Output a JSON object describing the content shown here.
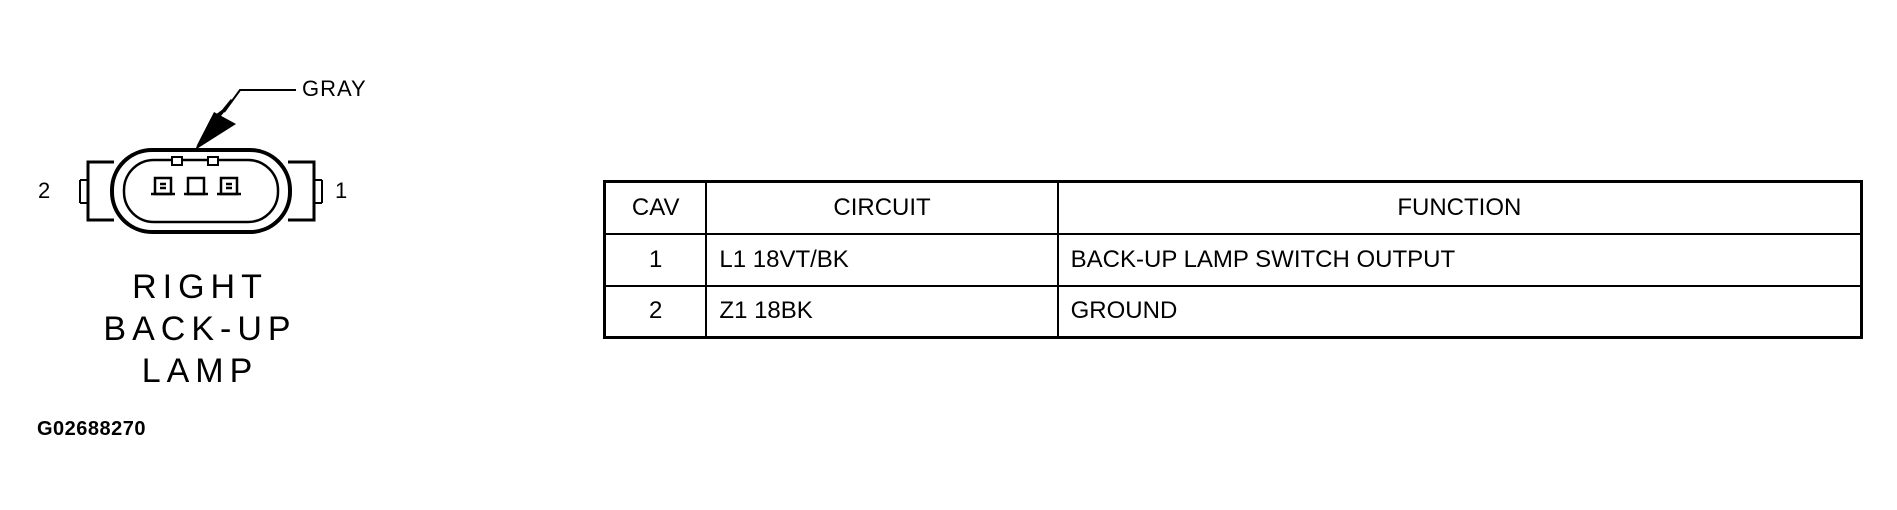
{
  "connector": {
    "color_label": "GRAY",
    "pin_left": "2",
    "pin_right": "1",
    "name_lines": [
      "RIGHT",
      "BACK-UP",
      "LAMP"
    ]
  },
  "figure_id": "G02688270",
  "pinout_table": {
    "headers": {
      "cav": "CAV",
      "circuit": "CIRCUIT",
      "function": "FUNCTION"
    },
    "rows": [
      {
        "cav": "1",
        "circuit": "L1 18VT/BK",
        "function": "BACK-UP LAMP SWITCH OUTPUT"
      },
      {
        "cav": "2",
        "circuit": "Z1 18BK",
        "function": "GROUND"
      }
    ]
  }
}
